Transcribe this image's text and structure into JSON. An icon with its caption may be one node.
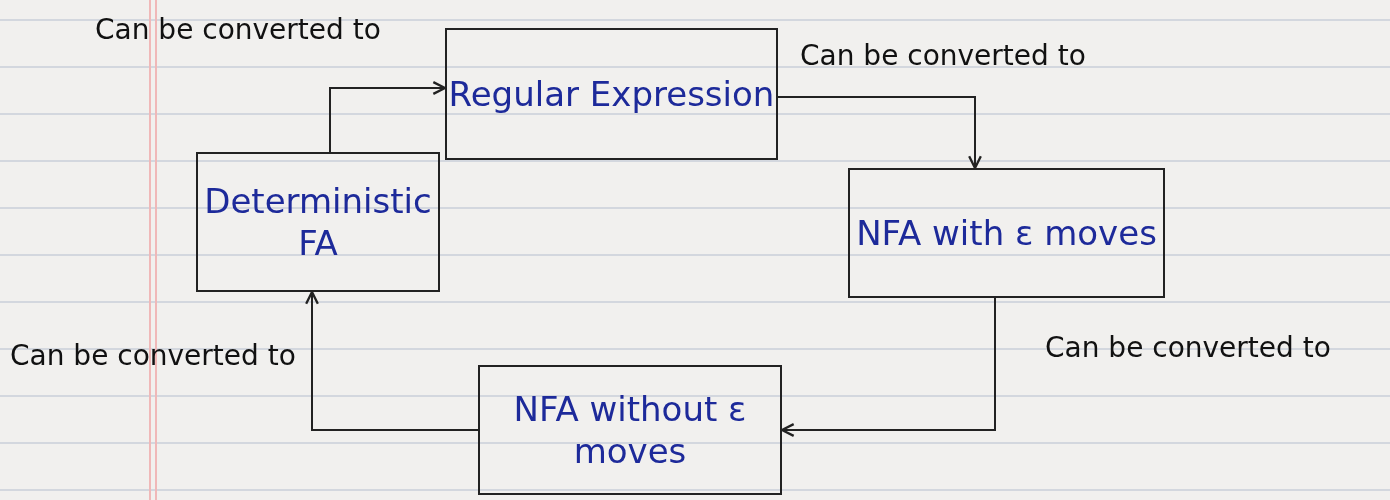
{
  "diagram": {
    "nodes": [
      {
        "text": [
          "Regular Expression"
        ]
      },
      {
        "text": [
          "NFA with ε moves"
        ]
      },
      {
        "text": [
          "NFA without ε moves"
        ]
      },
      {
        "text": [
          "Deterministic FA"
        ]
      }
    ],
    "edges": [
      {
        "from": 0,
        "to": 1,
        "arrow": "to",
        "label": "Can be converted to"
      },
      {
        "from": 1,
        "to": 2,
        "arrow": "to",
        "label": "Can be converted to"
      },
      {
        "from": 2,
        "to": 3,
        "arrow": "to",
        "label": "Can be converted to"
      },
      {
        "from": 3,
        "to": 0,
        "arrow": "to",
        "label": "Can be converted to"
      }
    ]
  }
}
